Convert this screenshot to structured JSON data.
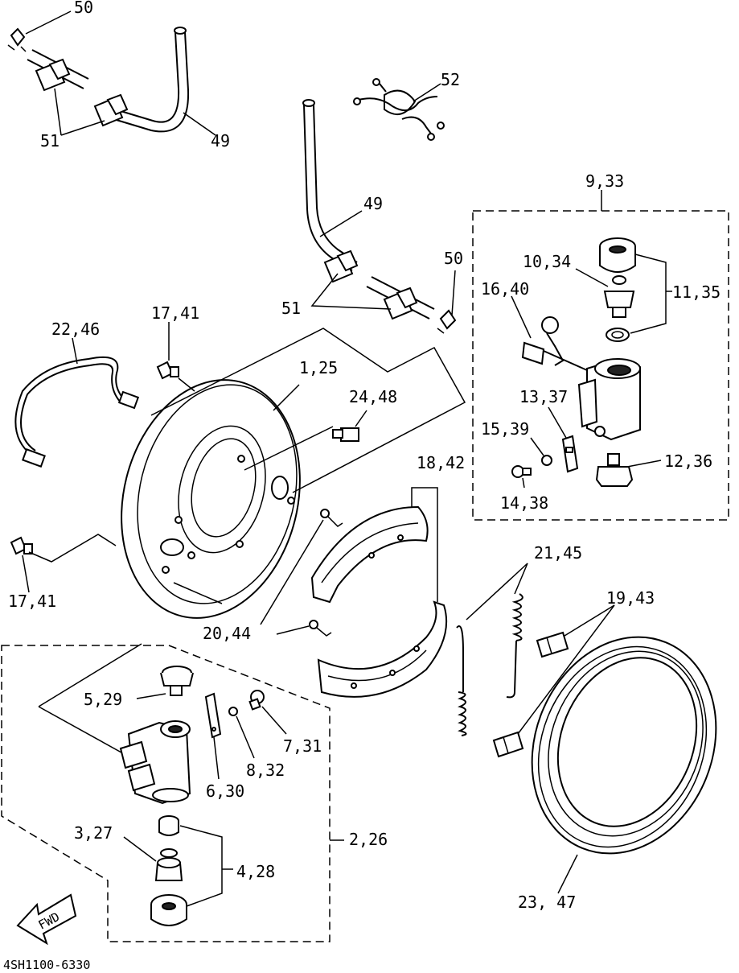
{
  "diagram": {
    "code": "4SH1100-6330",
    "fwd_label": "FWD",
    "labels": {
      "p50a": "50",
      "p51a": "51",
      "p49a": "49",
      "p52": "52",
      "p49b": "49",
      "p50b": "50",
      "p51b": "51",
      "p9_33": "9,33",
      "p10_34": "10,34",
      "p11_35": "11,35",
      "p16_40": "16,40",
      "p22_46": "22,46",
      "p17_41a": "17,41",
      "p1_25": "1,25",
      "p24_48": "24,48",
      "p13_37": "13,37",
      "p15_39": "15,39",
      "p12_36": "12,36",
      "p14_38": "14,38",
      "p18_42": "18,42",
      "p17_41b": "17,41",
      "p21_45": "21,45",
      "p19_43": "19,43",
      "p20_44": "20,44",
      "p5_29": "5,29",
      "p7_31": "7,31",
      "p8_32": "8,32",
      "p6_30": "6,30",
      "p2_26": "2,26",
      "p3_27": "3,27",
      "p4_28": "4,28",
      "p23_47": "23, 47"
    }
  }
}
